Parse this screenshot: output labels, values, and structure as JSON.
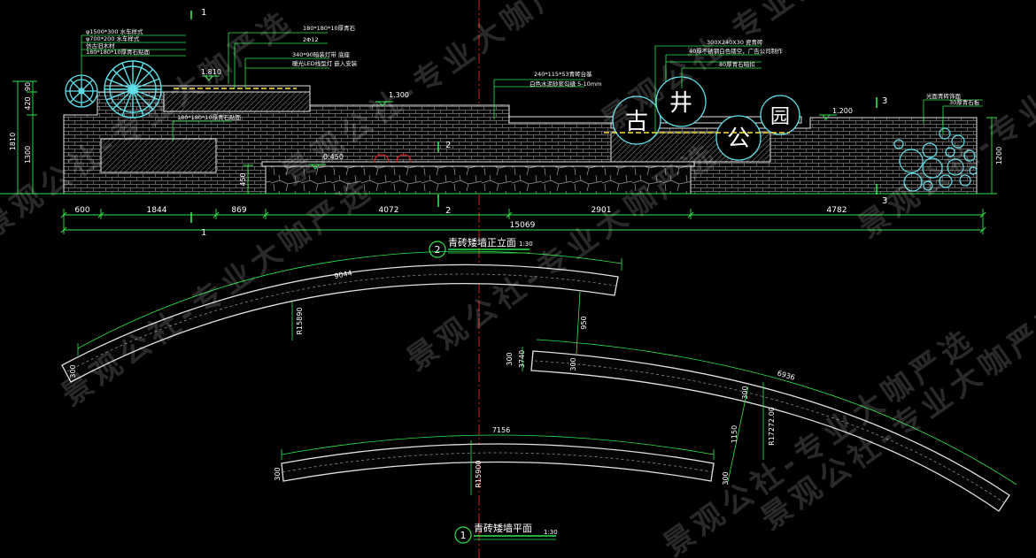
{
  "elevation": {
    "title": "青砖矮墙正立面",
    "number": "2",
    "scale": "1:30",
    "dims_bottom": [
      "600",
      "1844",
      "869",
      "4072",
      "2901",
      "4782"
    ],
    "dim_total": "15069",
    "dims_left": [
      "90",
      "420",
      "1300",
      "1810",
      "450"
    ],
    "dim_right": "1200",
    "levels": [
      "1.810",
      "1.300",
      "0.450",
      "1.200"
    ],
    "section_marks": [
      "1",
      "1",
      "2",
      "2",
      "3",
      "3"
    ],
    "sign_chars": [
      "古",
      "井",
      "公",
      "园"
    ],
    "notes": {
      "wheel_a": "φ1500*300 水车样式",
      "wheel_b": "φ700*200 水车样式",
      "wheel_c": "仿古旧木材",
      "cap": "180*180*10厚青石",
      "rebar": "2Φ12",
      "lamp": "340*90暗装灯带 底座",
      "lamp_b": "暖光LED线型灯 嵌入安装",
      "panel": "180*180*10厚青石贴面",
      "brick": "240*115*53青砖台基",
      "brick_b": "白色水泥砂浆勾缝 5-10mm",
      "letters": "300X240X30 瓷青砖",
      "frame": "40厚不锈钢白色镂空，广告公司制作",
      "frame_b": "80厚青石暗扣",
      "right_a": "光面青砖饰面",
      "right_b": "30厚青石板"
    }
  },
  "plan": {
    "title": "青砖矮墙平面",
    "number": "1",
    "scale": "1:30",
    "arc_top": "9044",
    "radius_top": "R15890",
    "dim_950": "950",
    "arc_right": "6936",
    "radius_right": "R17272.00",
    "dim_1150": "1150",
    "arc_bottom": "7156",
    "radius_bottom": "R15900",
    "width_300": "300",
    "dim_3740": "3740"
  },
  "watermark": "景观公社-专业大咖严选",
  "colors": {
    "background": "#000000",
    "dim": "#2ee84a",
    "outline": "#e0e0e0",
    "brick": "#8a8a8a",
    "cyan": "#5fe0ea",
    "yellow": "#ffe23a",
    "red": "#d21e1e",
    "white": "#ffffff"
  }
}
